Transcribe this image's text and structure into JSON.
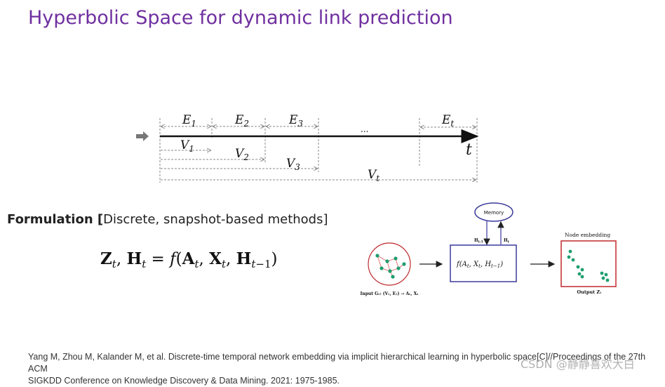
{
  "slide": {
    "title": "Hyperbolic Space for dynamic link prediction"
  },
  "timeline": {
    "time_label": "t",
    "ellipsis": "...",
    "edge_labels": {
      "e1": "E",
      "e1_sub": "1",
      "e2": "E",
      "e2_sub": "2",
      "e3": "E",
      "e3_sub": "3",
      "et": "E",
      "et_sub": "t"
    },
    "vertex_labels": {
      "v1": "V",
      "v1_sub": "1",
      "v2": "V",
      "v2_sub": "2",
      "v3": "V",
      "v3_sub": "3",
      "vt": "V",
      "vt_sub": "t"
    }
  },
  "formulation": {
    "heading_bold": "Formulation [",
    "heading_rest": "Discrete, snapshot-based methods]"
  },
  "equation": {
    "text": "Z_t, H_t = f(A_t, X_t, H_{t-1})"
  },
  "diagram": {
    "memory_label": "Memory",
    "h_prev_label": "H",
    "h_prev_sub": "t-1",
    "h_t_label": "H",
    "h_t_sub": "t",
    "function_label": "f(A",
    "function_sub1": "t",
    "function_mid": ", X",
    "function_sub2": "t",
    "function_mid2": ", H",
    "function_sub3": "t−1",
    "function_end": ")",
    "node_embedding_label": "Node embedding",
    "input_label": "Input G",
    "input_label_rest": ": (V",
    "input_caption": "Input Gₜ: (Vₜ, Eₜ) → Aₜ, Xₜ",
    "output_caption": "Output Zₜ",
    "colors": {
      "graph_node": "#1f9e6e",
      "graph_edge": "#e05555",
      "output_box": "#c0282c",
      "function_box": "#3a3a9c",
      "memory": "#3a3a9c"
    }
  },
  "citation": {
    "line1": "Yang M, Zhou M, Kalander M, et al. Discrete-time temporal network embedding via implicit hierarchical learning in hyperbolic space[C]//Proceedings of the 27th ACM",
    "line2": "SIGKDD Conference on Knowledge Discovery & Data Mining. 2021: 1975-1985."
  },
  "watermark": {
    "text": "CSDN @静静喜欢大白"
  },
  "colors": {
    "title": "#7030a0"
  }
}
